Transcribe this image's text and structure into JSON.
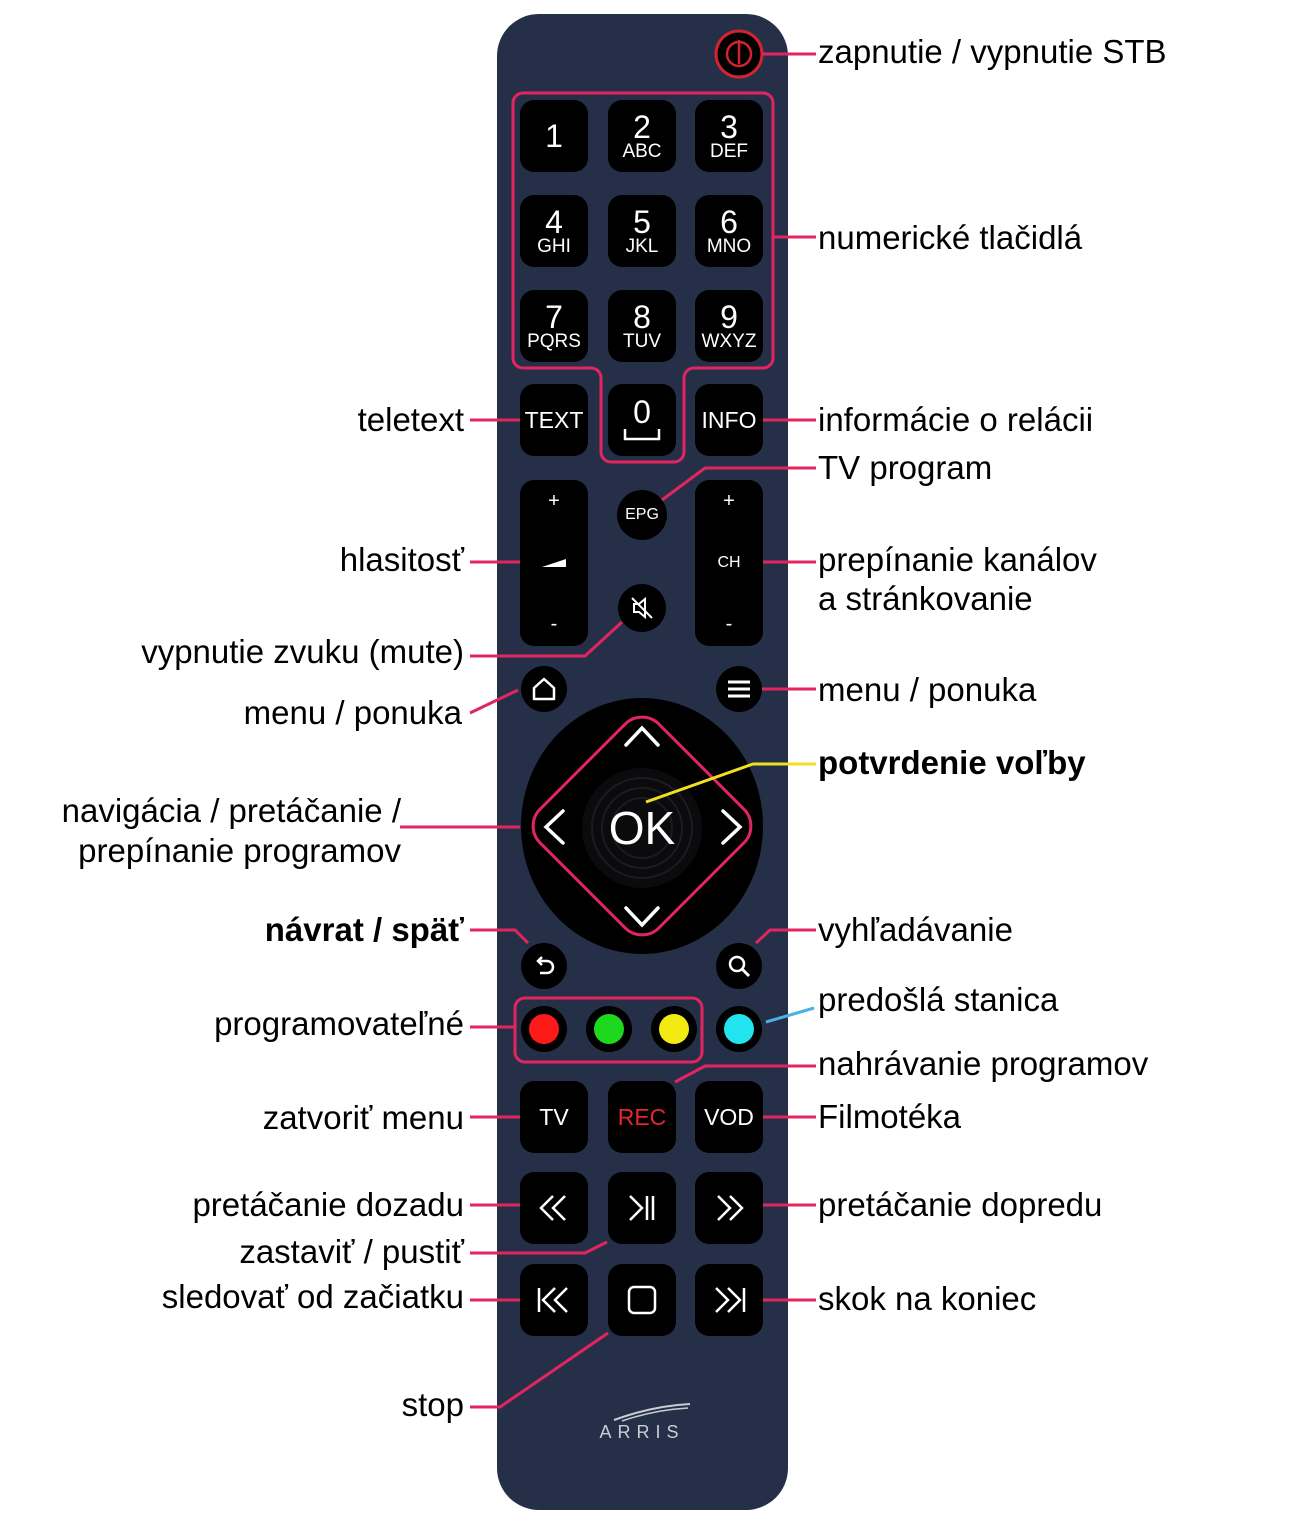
{
  "remote": {
    "keys": {
      "k1": {
        "digit": "1",
        "letters": ""
      },
      "k2": {
        "digit": "2",
        "letters": "ABC"
      },
      "k3": {
        "digit": "3",
        "letters": "DEF"
      },
      "k4": {
        "digit": "4",
        "letters": "GHI"
      },
      "k5": {
        "digit": "5",
        "letters": "JKL"
      },
      "k6": {
        "digit": "6",
        "letters": "MNO"
      },
      "k7": {
        "digit": "7",
        "letters": "PQRS"
      },
      "k8": {
        "digit": "8",
        "letters": "TUV"
      },
      "k9": {
        "digit": "9",
        "letters": "WXYZ"
      },
      "k0": {
        "digit": "0"
      }
    },
    "text_btn": "TEXT",
    "info_btn": "INFO",
    "epg_btn": "EPG",
    "vol_plus": "+",
    "vol_minus": "-",
    "ch_plus": "+",
    "ch_label": "CH",
    "ch_minus": "-",
    "ok_btn": "OK",
    "tv_btn": "TV",
    "rec_btn": "REC",
    "vod_btn": "VOD",
    "brand": "ARRIS",
    "colors": {
      "body": "#253048",
      "callout_line": "#e2255f",
      "ok_line": "#f0e020",
      "cyan_line": "#4ab0e8",
      "red_key": "#ff1a1a",
      "green_key": "#1ed81e",
      "yellow_key": "#f2ea10",
      "cyan_key": "#22e4ee",
      "rec_text": "#e8252a",
      "power_ring": "#d3232f"
    },
    "icons": [
      "power-icon",
      "mute-icon",
      "home-icon",
      "menu-icon",
      "up-arrow-icon",
      "down-arrow-icon",
      "left-arrow-icon",
      "right-arrow-icon",
      "back-icon",
      "search-icon",
      "rewind-icon",
      "play-pause-icon",
      "forward-icon",
      "skip-start-icon",
      "stop-icon",
      "skip-end-icon"
    ]
  },
  "labels": {
    "power": "zapnutie / vypnutie STB",
    "numeric": "numerické tlačidlá",
    "teletext": "teletext",
    "info": "informácie o relácii",
    "epg": "TV program",
    "volume": "hlasitosť",
    "channels_line1": "prepínanie kanálov",
    "channels_line2": "a stránkovanie",
    "mute": "vypnutie zvuku (mute)",
    "home": "menu / ponuka",
    "menu": "menu / ponuka",
    "ok": "potvrdenie voľby",
    "nav_line1": "navigácia / pretáčanie /",
    "nav_line2": "prepínanie programov",
    "back": "návrat / späť",
    "search": "vyhľadávanie",
    "programmable": "programovateľné",
    "previous_station": "predošlá stanica",
    "record": "nahrávanie programov",
    "close_menu": "zatvoriť menu",
    "vod": "Filmotéka",
    "rewind": "pretáčanie dozadu",
    "forward": "pretáčanie dopredu",
    "play_pause": "zastaviť / pustiť",
    "restart": "sledovať od začiatku",
    "skip_end": "skok na koniec",
    "stop": "stop"
  }
}
